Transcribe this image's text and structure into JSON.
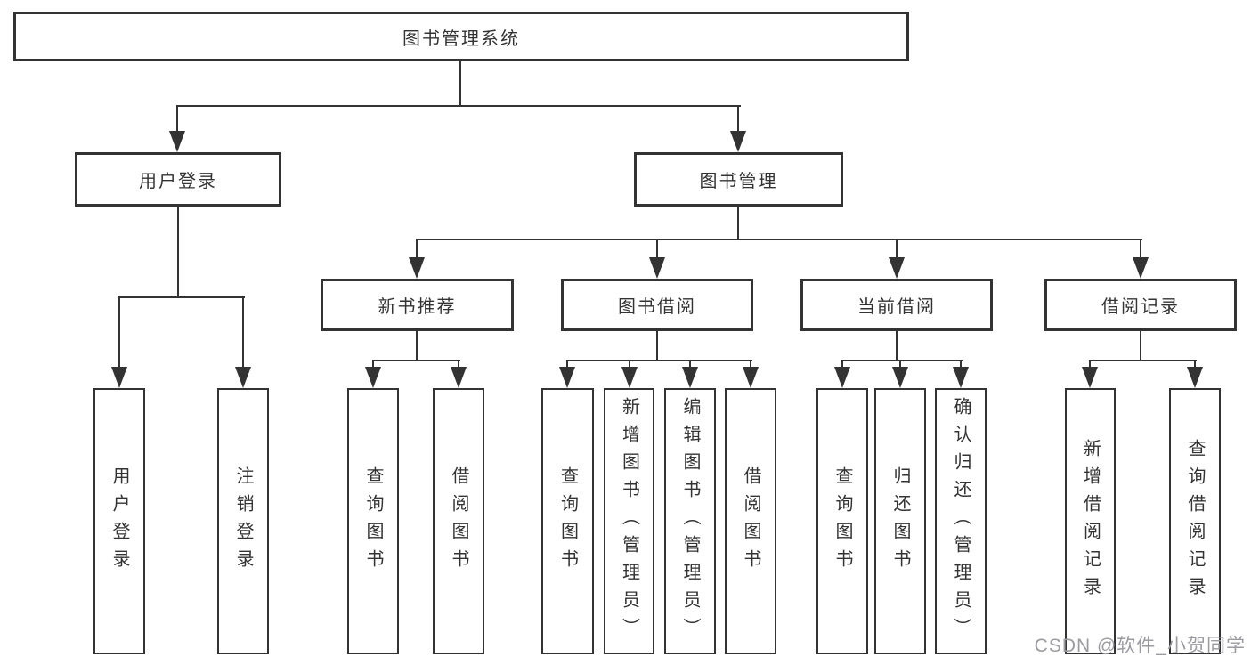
{
  "tree": {
    "label": "图书管理系统",
    "children": [
      {
        "label": "用户登录",
        "children": [
          {
            "label": "用户登录"
          },
          {
            "label": "注销登录"
          }
        ]
      },
      {
        "label": "图书管理",
        "children": [
          {
            "label": "新书推荐",
            "children": [
              {
                "label": "查询图书"
              },
              {
                "label": "借阅图书"
              }
            ]
          },
          {
            "label": "图书借阅",
            "children": [
              {
                "label": "查询图书"
              },
              {
                "label": "新增图书（管理员）"
              },
              {
                "label": "编辑图书（管理员）"
              },
              {
                "label": "借阅图书"
              }
            ]
          },
          {
            "label": "当前借阅",
            "children": [
              {
                "label": "查询图书"
              },
              {
                "label": "归还图书"
              },
              {
                "label": "确认归还（管理员）"
              }
            ]
          },
          {
            "label": "借阅记录",
            "children": [
              {
                "label": "新增借阅记录"
              },
              {
                "label": "查询借阅记录"
              }
            ]
          }
        ]
      }
    ]
  },
  "watermark": "CSDN @软件_小贺同学",
  "colors": {
    "line": "#333333",
    "text": "#333333",
    "background": "#ffffff",
    "watermark": "#9b9ba1"
  }
}
